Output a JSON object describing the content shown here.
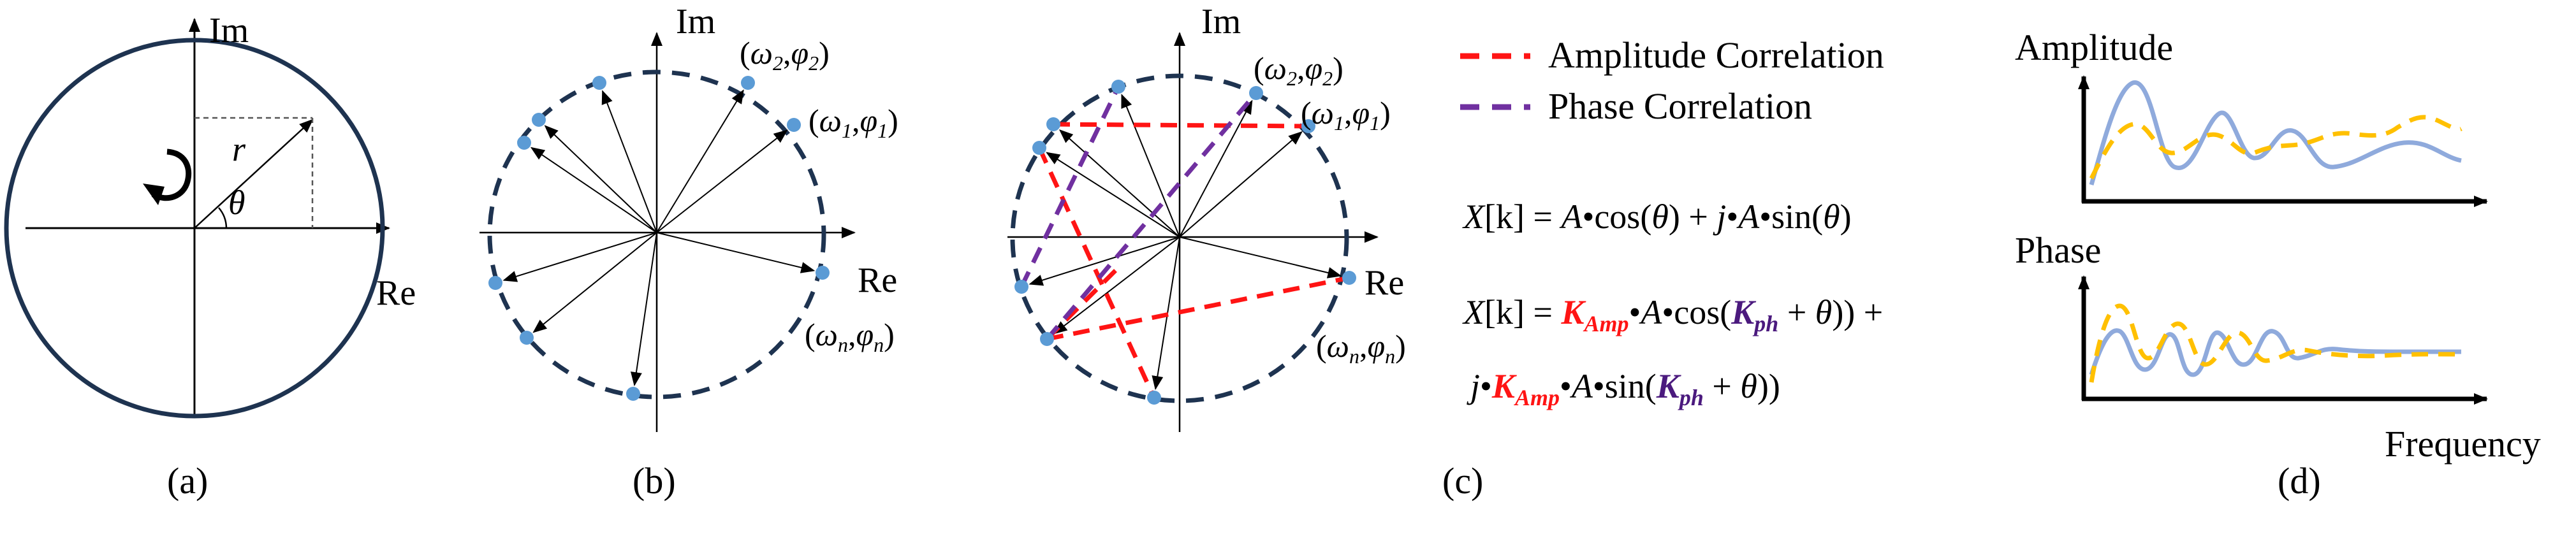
{
  "colors": {
    "circle": "#1e3350",
    "dot": "#5b9bd5",
    "amplitude_corr": "#ff1414",
    "phase_corr": "#7030a0",
    "amp_curve_blue": "#8faadc",
    "amp_curve_yellow": "#ffc000",
    "axis": "#000000"
  },
  "panel_a": {
    "label": "(a)",
    "im_label": "Im",
    "re_label": "Re",
    "r_label": "r",
    "theta_label": "θ",
    "icon": "rotation-arrow-icon"
  },
  "panel_b": {
    "label": "(b)",
    "im_label": "Im",
    "re_label": "Re",
    "point_labels": {
      "p2": {
        "w": "ω",
        "ws": "2",
        "p": "φ",
        "ps": "2"
      },
      "p1": {
        "w": "ω",
        "ws": "1",
        "p": "φ",
        "ps": "1"
      },
      "pn": {
        "w": "ω",
        "ws": "n",
        "p": "φ",
        "ps": "n"
      }
    }
  },
  "panel_c": {
    "label": "(c)",
    "im_label": "Im",
    "re_label": "Re",
    "point_labels": {
      "p2": {
        "w": "ω",
        "ws": "2",
        "p": "φ",
        "ps": "2"
      },
      "p1": {
        "w": "ω",
        "ws": "1",
        "p": "φ",
        "ps": "1"
      },
      "pn": {
        "w": "ω",
        "ws": "n",
        "p": "φ",
        "ps": "n"
      }
    }
  },
  "legend": {
    "amplitude": "Amplitude Correlation",
    "phase": "Phase Correlation"
  },
  "equations": {
    "eq1": {
      "lhs_x": "X",
      "lhs_k": "[k]",
      "eq": " = ",
      "a1": "A",
      "dot": "•",
      "cos": "cos(",
      "theta": "θ",
      "close": ")",
      "plus": " + ",
      "j": "j",
      "a2": "A",
      "sin": "sin(",
      "close2": ")"
    },
    "eq2": {
      "lhs_x": "X",
      "lhs_k": "[k]",
      "eq": " = ",
      "k": "K",
      "amp_sub": "Amp",
      "dot": "•",
      "a": "A",
      "cos": "cos(",
      "ph_sub": "ph",
      "plus_theta": " + ",
      "theta": "θ",
      "close": "))",
      "plus": " +",
      "j": "j",
      "sin": "sin(",
      "close2": "))"
    }
  },
  "panel_d": {
    "label": "(d)",
    "amplitude_label": "Amplitude",
    "phase_label": "Phase",
    "frequency_label": "Frequency"
  }
}
